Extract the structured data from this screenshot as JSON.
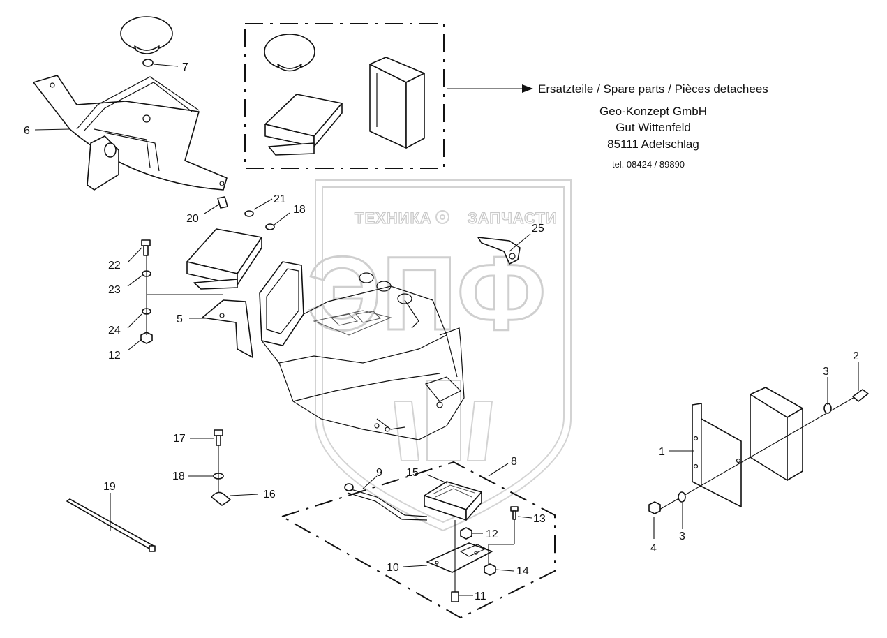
{
  "supplier": {
    "spare_parts": "Ersatzteile / Spare parts / Pièces detachees",
    "company": "Geo-Konzept GmbH",
    "street": "Gut Wittenfeld",
    "city": "85111 Adelschlag",
    "phone": "tel. 08424 / 89890"
  },
  "watermark": {
    "left": "ТЕХНИКА",
    "right": "ЗАПЧАСТИ",
    "logo": "ЭПФ"
  },
  "callouts": {
    "n1": "1",
    "n2": "2",
    "n3a": "3",
    "n3b": "3",
    "n4": "4",
    "n5": "5",
    "n6": "6",
    "n7": "7",
    "n8": "8",
    "n9": "9",
    "n10": "10",
    "n11": "11",
    "n12a": "12",
    "n12b": "12",
    "n13": "13",
    "n14": "14",
    "n15": "15",
    "n16": "16",
    "n17": "17",
    "n18a": "18",
    "n18b": "18",
    "n19": "19",
    "n20": "20",
    "n21": "21",
    "n22": "22",
    "n23": "23",
    "n24": "24",
    "n25": "25"
  }
}
